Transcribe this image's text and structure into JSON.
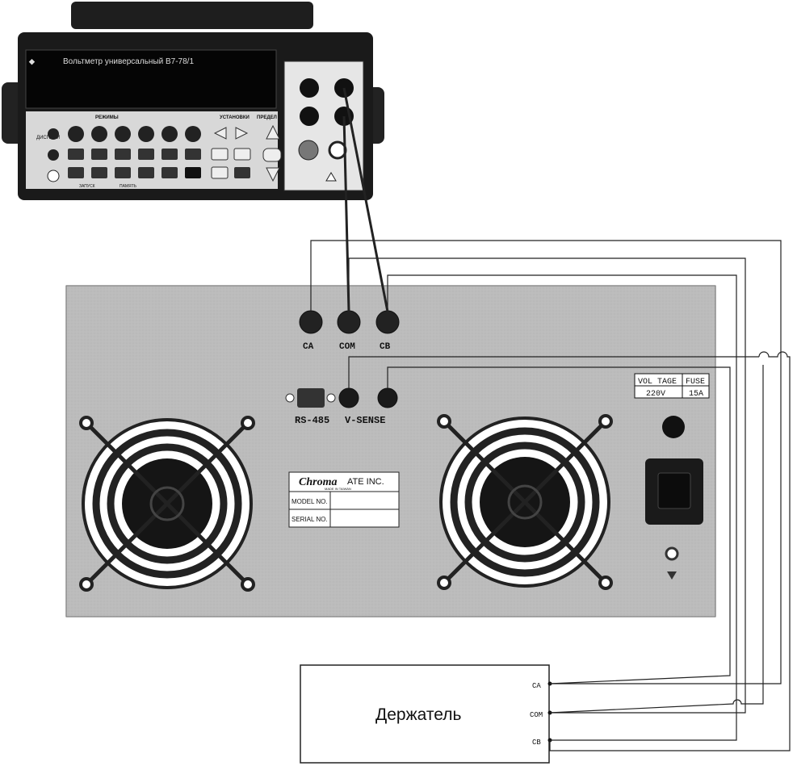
{
  "meter": {
    "title": "Вольтметр универсальный",
    "model": "В7-78/1",
    "section_modes": "РЕЖИМЫ",
    "section_setup": "УСТАНОВКИ",
    "section_limits": "ПРЕДЕЛ",
    "display_label": "ДИСПЛЕЙ",
    "sections_bottom": [
      "ЗАПУСК",
      "ПАМЯТЬ"
    ]
  },
  "load": {
    "jacks": [
      "CA",
      "COM",
      "CB"
    ],
    "connector_label": "RS-485",
    "sense_label": "V-SENSE",
    "rating_headers": [
      "VOL TAGE",
      "FUSE"
    ],
    "rating_values": [
      "220V",
      "15A"
    ],
    "nameplate": {
      "brand": "Chroma",
      "company": "ATE INC.",
      "made_in": "MADE IN TAIWAN",
      "rows": [
        "MODEL NO.",
        "SERIAL NO."
      ]
    }
  },
  "holder": {
    "title": "Держатель",
    "terminals": [
      "CA",
      "COM",
      "CB"
    ]
  }
}
